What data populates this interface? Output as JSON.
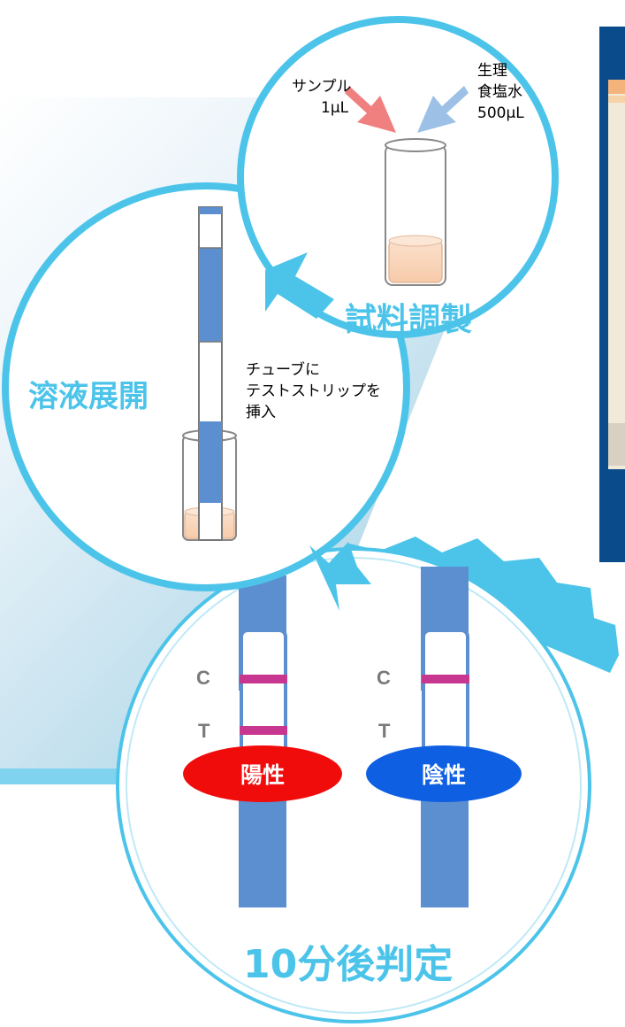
{
  "steps": {
    "prep": {
      "title": "試料調製",
      "sample_label": [
        "サンプル",
        "1μL"
      ],
      "saline_label": [
        "生理",
        "食塩水",
        "500μL"
      ]
    },
    "develop": {
      "title": "溶液展開",
      "instruction": [
        "チューブに",
        "テストストリップを",
        "挿入"
      ]
    },
    "judge": {
      "title": "10分後判定",
      "strip_letters": {
        "control": "C",
        "test": "T"
      },
      "positive_label": "陽性",
      "negative_label": "陰性"
    }
  },
  "colors": {
    "circle_border": "#4cc4ea",
    "strip_blue": "#5b8fd0",
    "test_line": "#c8378f",
    "positive": "#f10c0c",
    "negative": "#0f5fe3",
    "sample_arrow": "#f08080",
    "saline_arrow": "#9cc0e6",
    "liquid": "#fad6bd",
    "photo_frame": "#0a4c8b"
  }
}
